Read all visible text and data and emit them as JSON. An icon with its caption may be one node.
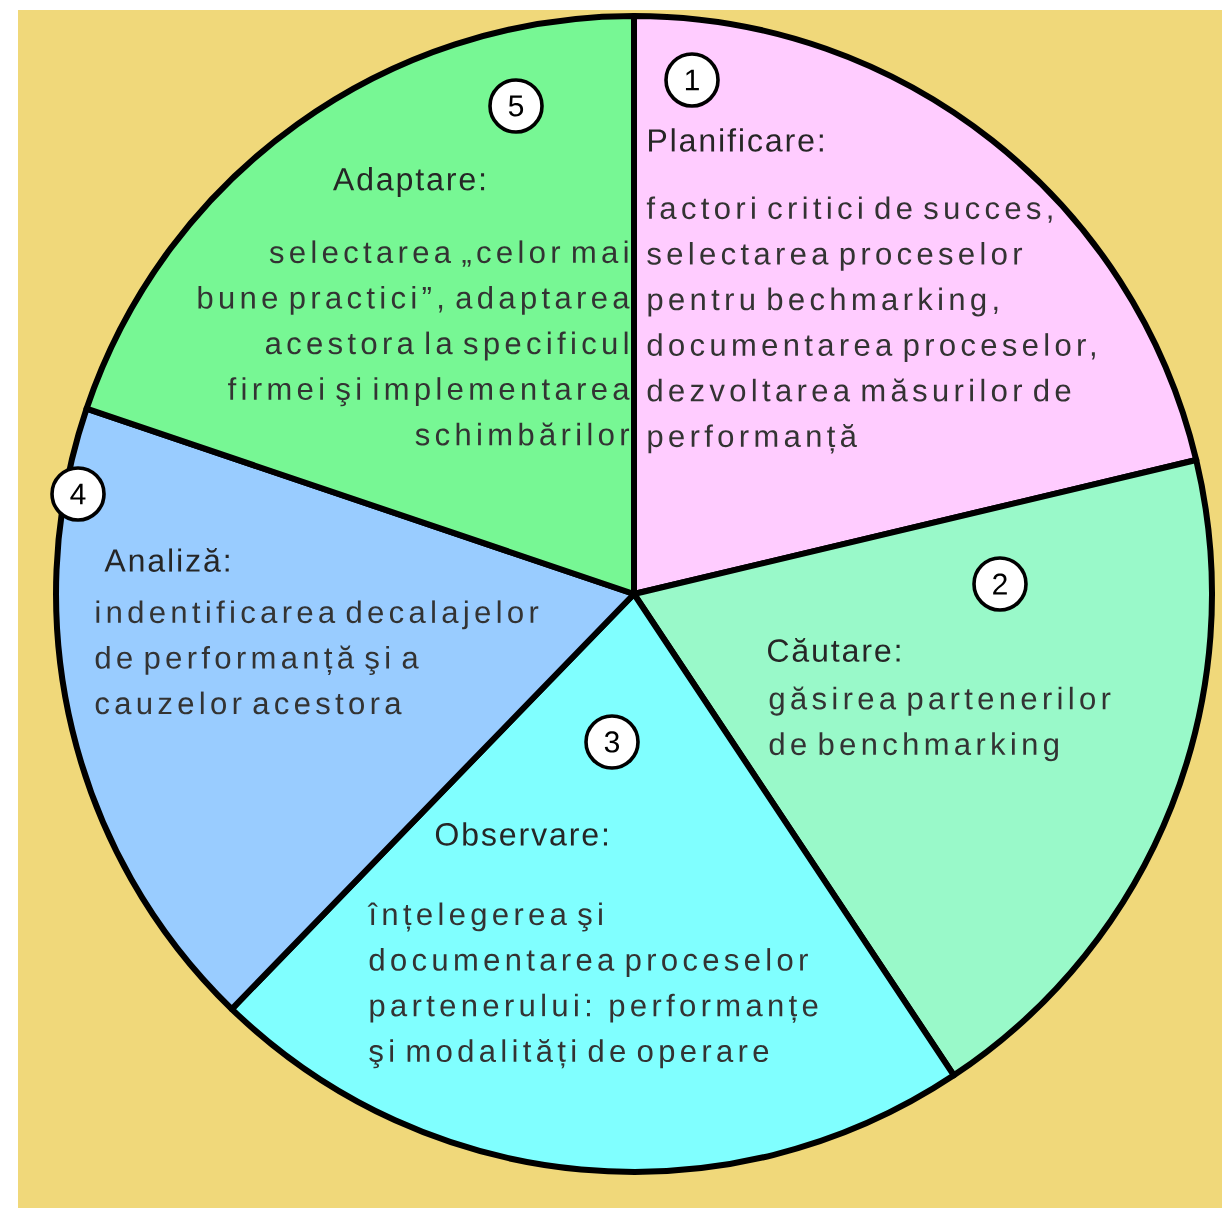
{
  "diagram": {
    "nodes": [
      {
        "text": [
          "Planificare:",
          "factori critici de succes, selectarea proceselor pentru bechmarking, documentarea proceselor, dezvoltarea măsurilor de performanță"
        ]
      },
      {
        "text": [
          "1"
        ],
        "in": 0
      },
      {
        "text": [
          "Căutare:",
          "găsirea partenerilor de benchmarking"
        ]
      },
      {
        "text": [
          "2"
        ],
        "in": 2
      },
      {
        "text": [
          "Observare:",
          "înțelegerea şi documentarea proceselor partenerului: performanțe şi modalități de operare"
        ]
      },
      {
        "text": [
          "3"
        ],
        "in": 4
      },
      {
        "text": [
          "Analiză:",
          "indentificarea decalajelor de performanță şi a cauzelor acestora"
        ]
      },
      {
        "text": [
          "4"
        ],
        "in": 6
      },
      {
        "text": [
          "Adaptare:",
          "selectarea „celor mai bune practici”, adaptarea acestora la specificul firmei şi implementarea schimbărilor"
        ]
      },
      {
        "text": [
          "5"
        ],
        "in": 8
      }
    ]
  }
}
